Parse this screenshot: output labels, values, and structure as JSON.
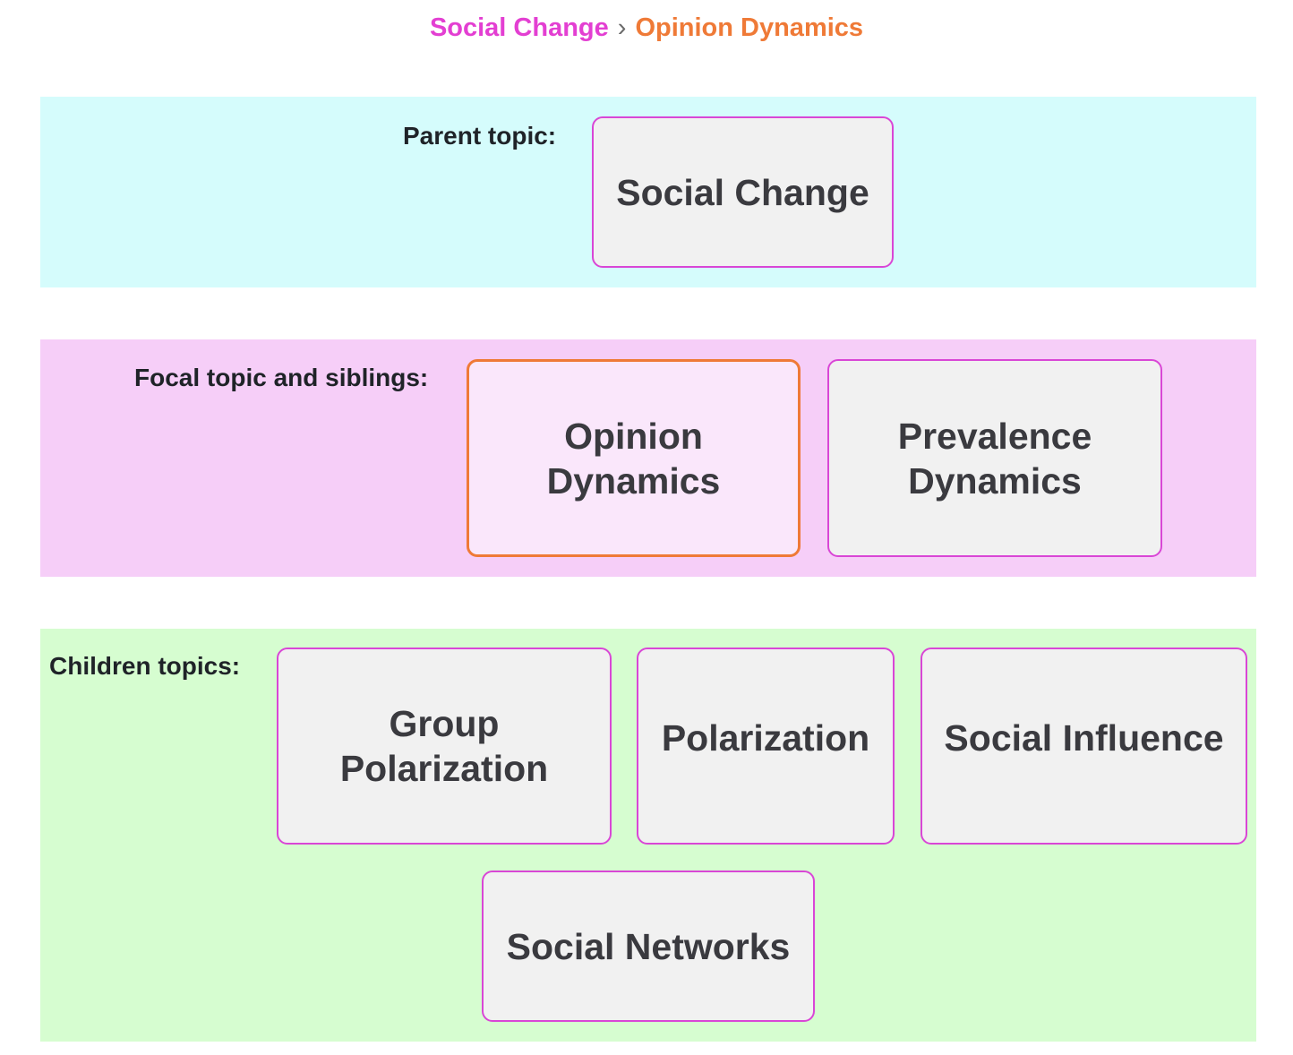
{
  "breadcrumb": {
    "parent_label": "Social Change",
    "separator": "›",
    "current_label": "Opinion Dynamics"
  },
  "sections": {
    "parent": {
      "label": "Parent topic:",
      "color": "#d5fcfc",
      "nodes": [
        "Social Change"
      ]
    },
    "focal": {
      "label": "Focal topic and siblings:",
      "color": "#f6cef8",
      "nodes": [
        "Opinion Dynamics",
        "Prevalence Dynamics"
      ]
    },
    "children": {
      "label": "Children topics:",
      "color": "#d6fdd0",
      "nodes": [
        "Group Polarization",
        "Polarization",
        "Social Influence",
        "Social Networks"
      ]
    }
  },
  "colors": {
    "link": "#e33fd2",
    "current": "#ef7a37",
    "node_border": "#d946d6",
    "node_fill": "#f1f1f1",
    "focal_fill": "#fae7fb"
  }
}
